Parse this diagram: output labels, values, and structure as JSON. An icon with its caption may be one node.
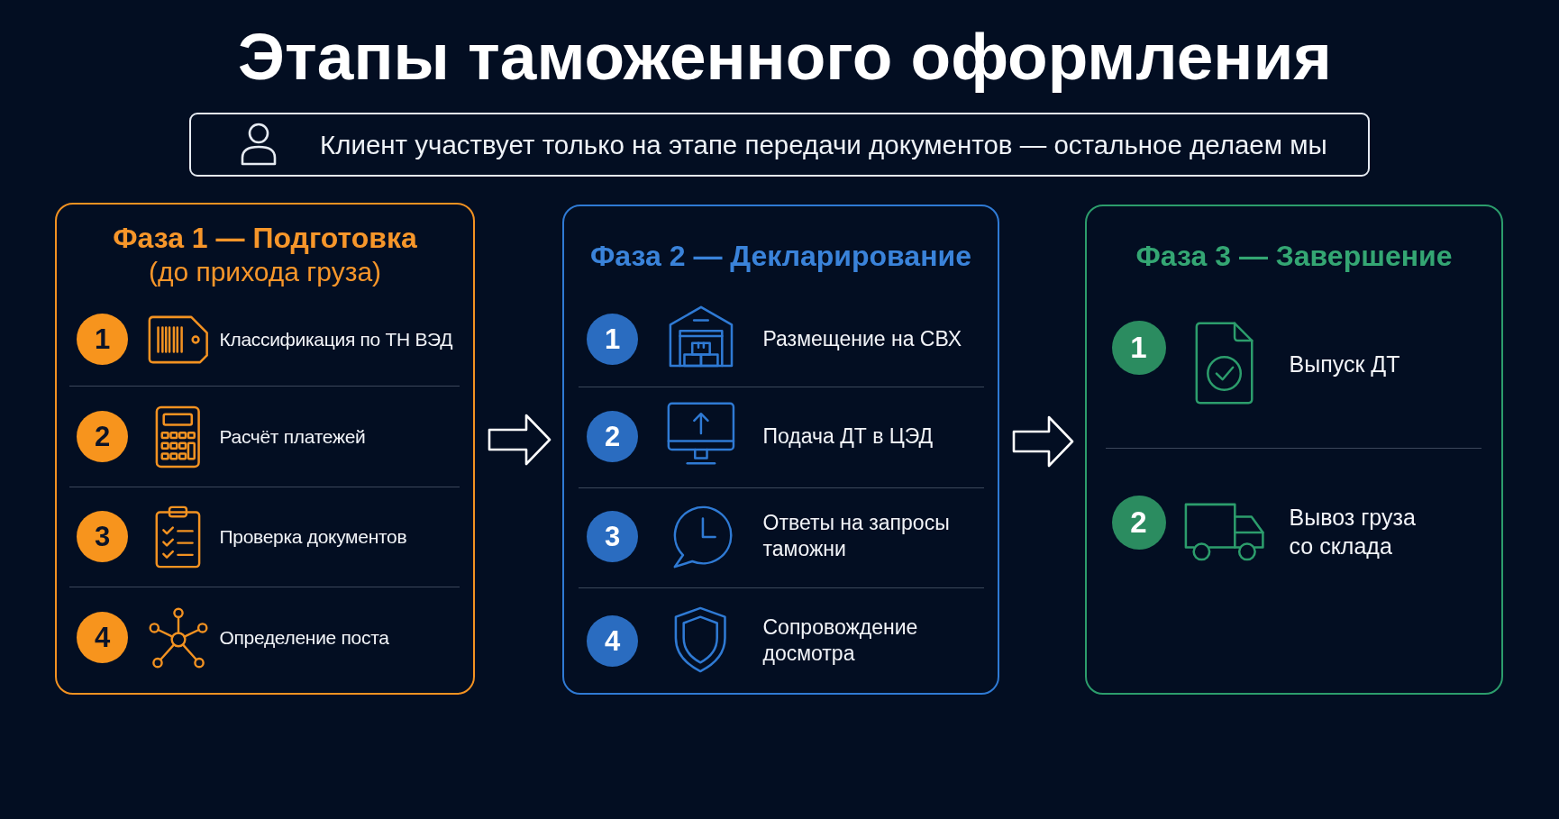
{
  "diagram": {
    "title": "Этапы таможенного оформления",
    "nodes": [
      {
        "text": [
          "Клиент участвует только на этапе передачи документов — остальное делаем мы"
        ]
      },
      {
        "text": [
          "Фаза 1 — Подготовка",
          "(до прихода груза)"
        ]
      },
      {
        "text": [
          "1"
        ],
        "in": 1
      },
      {
        "text": [
          "2"
        ],
        "in": 1
      },
      {
        "text": [
          "3"
        ],
        "in": 1
      },
      {
        "text": [
          "4"
        ],
        "in": 1
      },
      {
        "text": [
          "Фаза 2 — Декларирование"
        ]
      },
      {
        "text": [
          "1"
        ],
        "in": 6
      },
      {
        "text": [
          "2"
        ],
        "in": 6
      },
      {
        "text": [
          "3"
        ],
        "in": 6
      },
      {
        "text": [
          "4"
        ],
        "in": 6
      },
      {
        "text": [
          "Фаза 3 — Завершение"
        ]
      },
      {
        "text": [
          "1"
        ],
        "in": 11
      },
      {
        "text": [
          "2"
        ],
        "in": 11
      }
    ],
    "edges": [
      {
        "from": 1,
        "to": 6,
        "arrow": "to"
      },
      {
        "from": 6,
        "to": 11,
        "arrow": "to"
      }
    ],
    "labels": [
      "Классификация по ТН ВЭД",
      "Расчёт платежей",
      "Проверка документов",
      "Определение поста",
      "Размещение на СВХ",
      "Подача ДТ в ЦЭД",
      "Ответы на запросы таможни",
      "Сопровождение досмотра",
      "Выпуск ДТ",
      "Вывоз груза со склада"
    ]
  }
}
